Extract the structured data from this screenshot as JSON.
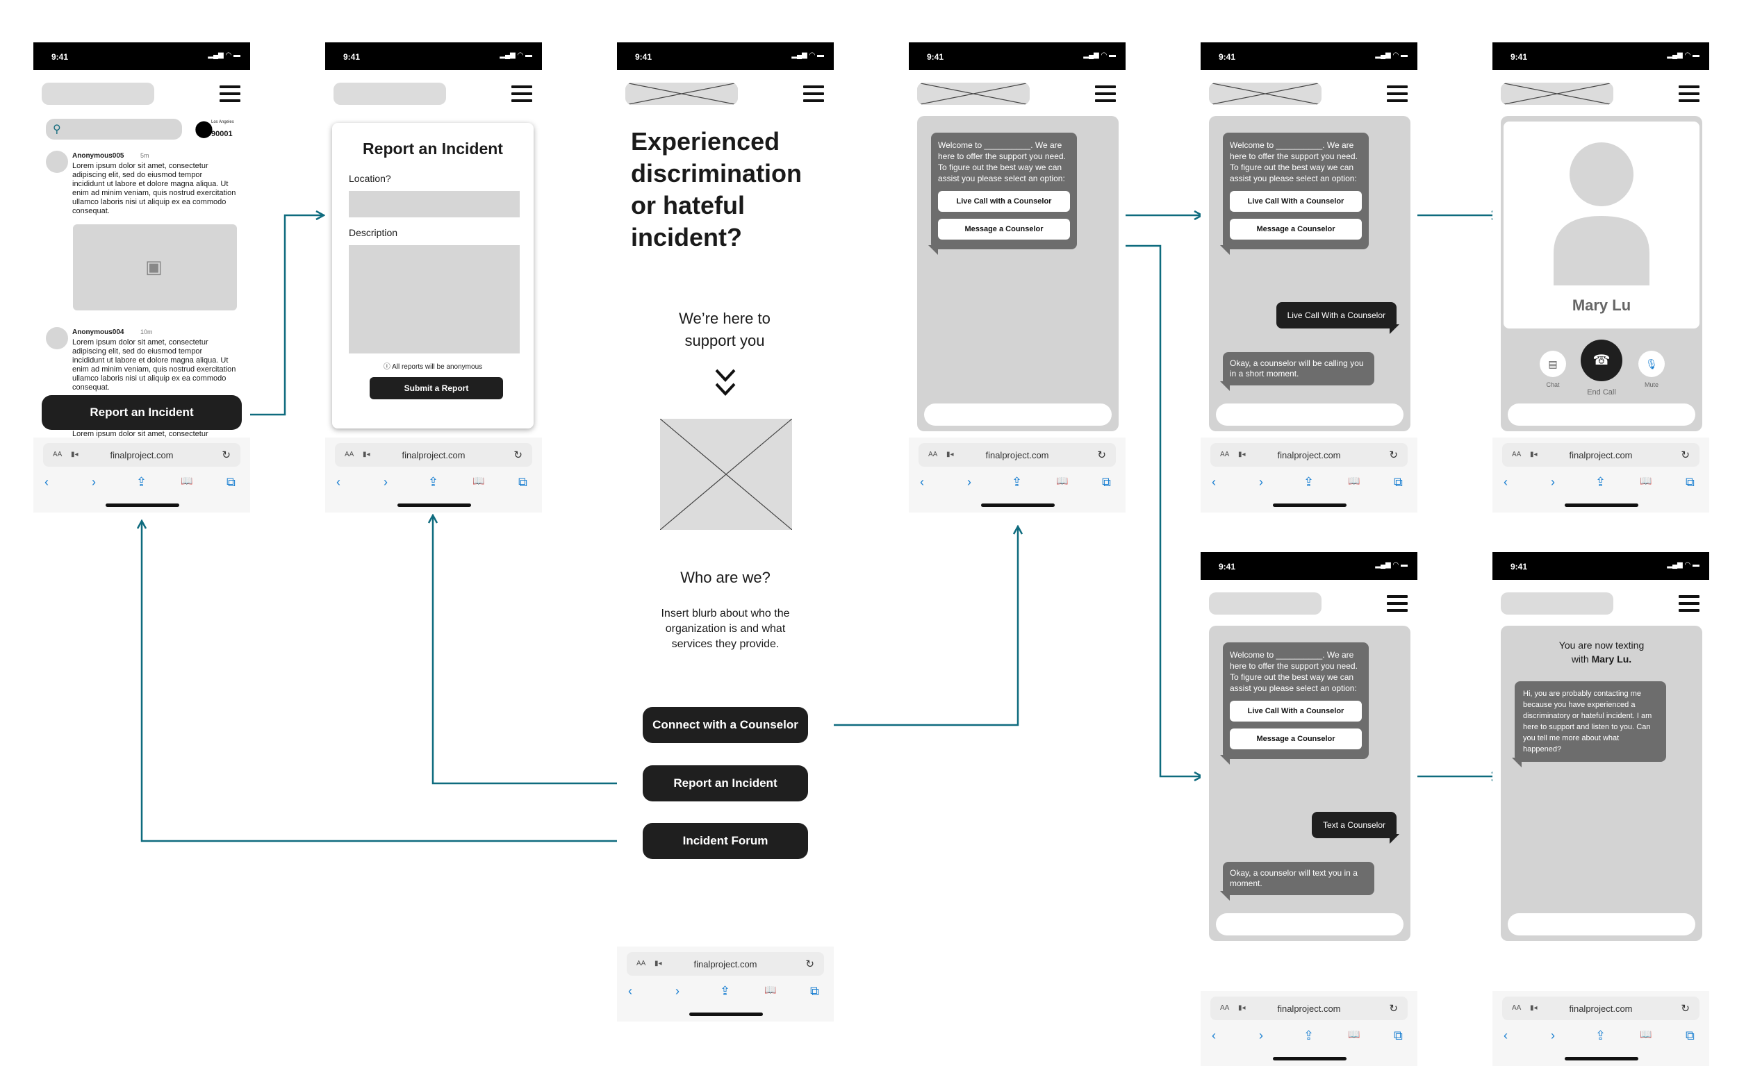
{
  "status_time": "9:41",
  "browser": {
    "aa": "AA",
    "url": "finalproject.com",
    "reload": "↻",
    "nav": [
      "‹",
      "›",
      "⇪",
      "📖",
      "⧉"
    ]
  },
  "forum": {
    "location_small": "Los Angeles",
    "zip": "90001",
    "posts": [
      {
        "user": "Anonymous005",
        "time": "5m",
        "text": "Lorem ipsum dolor sit amet, consectetur adipiscing elit, sed do eiusmod tempor incididunt ut labore et dolore magna aliqua. Ut enim ad minim veniam, quis nostrud exercitation ullamco laboris nisi ut aliquip ex ea commodo consequat."
      },
      {
        "user": "Anonymous004",
        "time": "10m",
        "text": "Lorem ipsum dolor sit amet, consectetur adipiscing elit, sed do eiusmod tempor incididunt ut labore et dolore magna aliqua. Ut enim ad minim veniam, quis nostrud exercitation ullamco laboris nisi ut aliquip ex ea commodo consequat."
      }
    ],
    "trailing_text": "Lorem ipsum dolor sit amet, consectetur",
    "report_button": "Report an Incident"
  },
  "report_form": {
    "title": "Report an Incident",
    "location_label": "Location?",
    "description_label": "Description",
    "anon_note": "All reports will be anonymous",
    "submit": "Submit a Report"
  },
  "landing": {
    "headline": "Experienced discrimination or hateful incident?",
    "support": "We’re here to support you",
    "who": "Who are we?",
    "blurb": "Insert blurb about  who the organization is and what services they provide.",
    "buttons": [
      "Connect with a Counselor",
      "Report an Incident",
      "Incident Forum"
    ]
  },
  "chat": {
    "welcome": "Welcome to __________. We are here to offer the support you need. To figure out the best way we can assist you please select an option:",
    "option_call_a": "Live Call with a Counselor",
    "option_call_b": "Live Call With a Counselor",
    "option_message": "Message a Counselor",
    "user_call": "Live Call With a Counselor",
    "reply_call": "Okay, a counselor will be calling you in a short moment.",
    "user_text": "Text a Counselor",
    "reply_text": "Okay, a counselor will text you in a moment."
  },
  "call": {
    "name": "Mary Lu",
    "chat": "Chat",
    "end": "End Call",
    "mute": "Mute"
  },
  "texting": {
    "header_prefix": "You are now texting with ",
    "header_name": "Mary Lu.",
    "message": "Hi, you are probably contacting me because you have experienced a discriminatory or hateful incident. I am here to support and listen to you. Can you tell me more about what happened?"
  },
  "colors": {
    "connector": "#0e6b7e",
    "dark": "#1f1f1f",
    "bubble": "#6d6d6d",
    "panel": "#d3d3d3"
  }
}
